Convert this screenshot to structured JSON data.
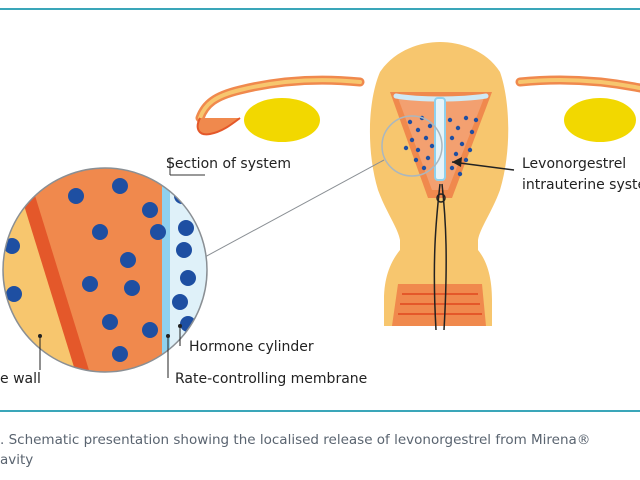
{
  "labels": {
    "section": "Section of system",
    "levo_line1": "Levonorgestrel",
    "levo_line2": "intrauterine syste",
    "hormone": "Hormone cylinder",
    "membrane": "Rate-controlling membrane",
    "wall": "e wall"
  },
  "caption": {
    "line1": ". Schematic presentation showing the localised release of levonorgestrel from Mirena®",
    "line2": "avity"
  },
  "colors": {
    "rule": "#3aa6b9",
    "uterus_outer": "#f7c66e",
    "uterus_muscle": "#f0894d",
    "wall_stripe": "#e4582a",
    "ovary": "#f2d800",
    "hormone_dot": "#1e4fa2",
    "membrane": "#8fd1ee",
    "caption_text": "#5a6470"
  }
}
